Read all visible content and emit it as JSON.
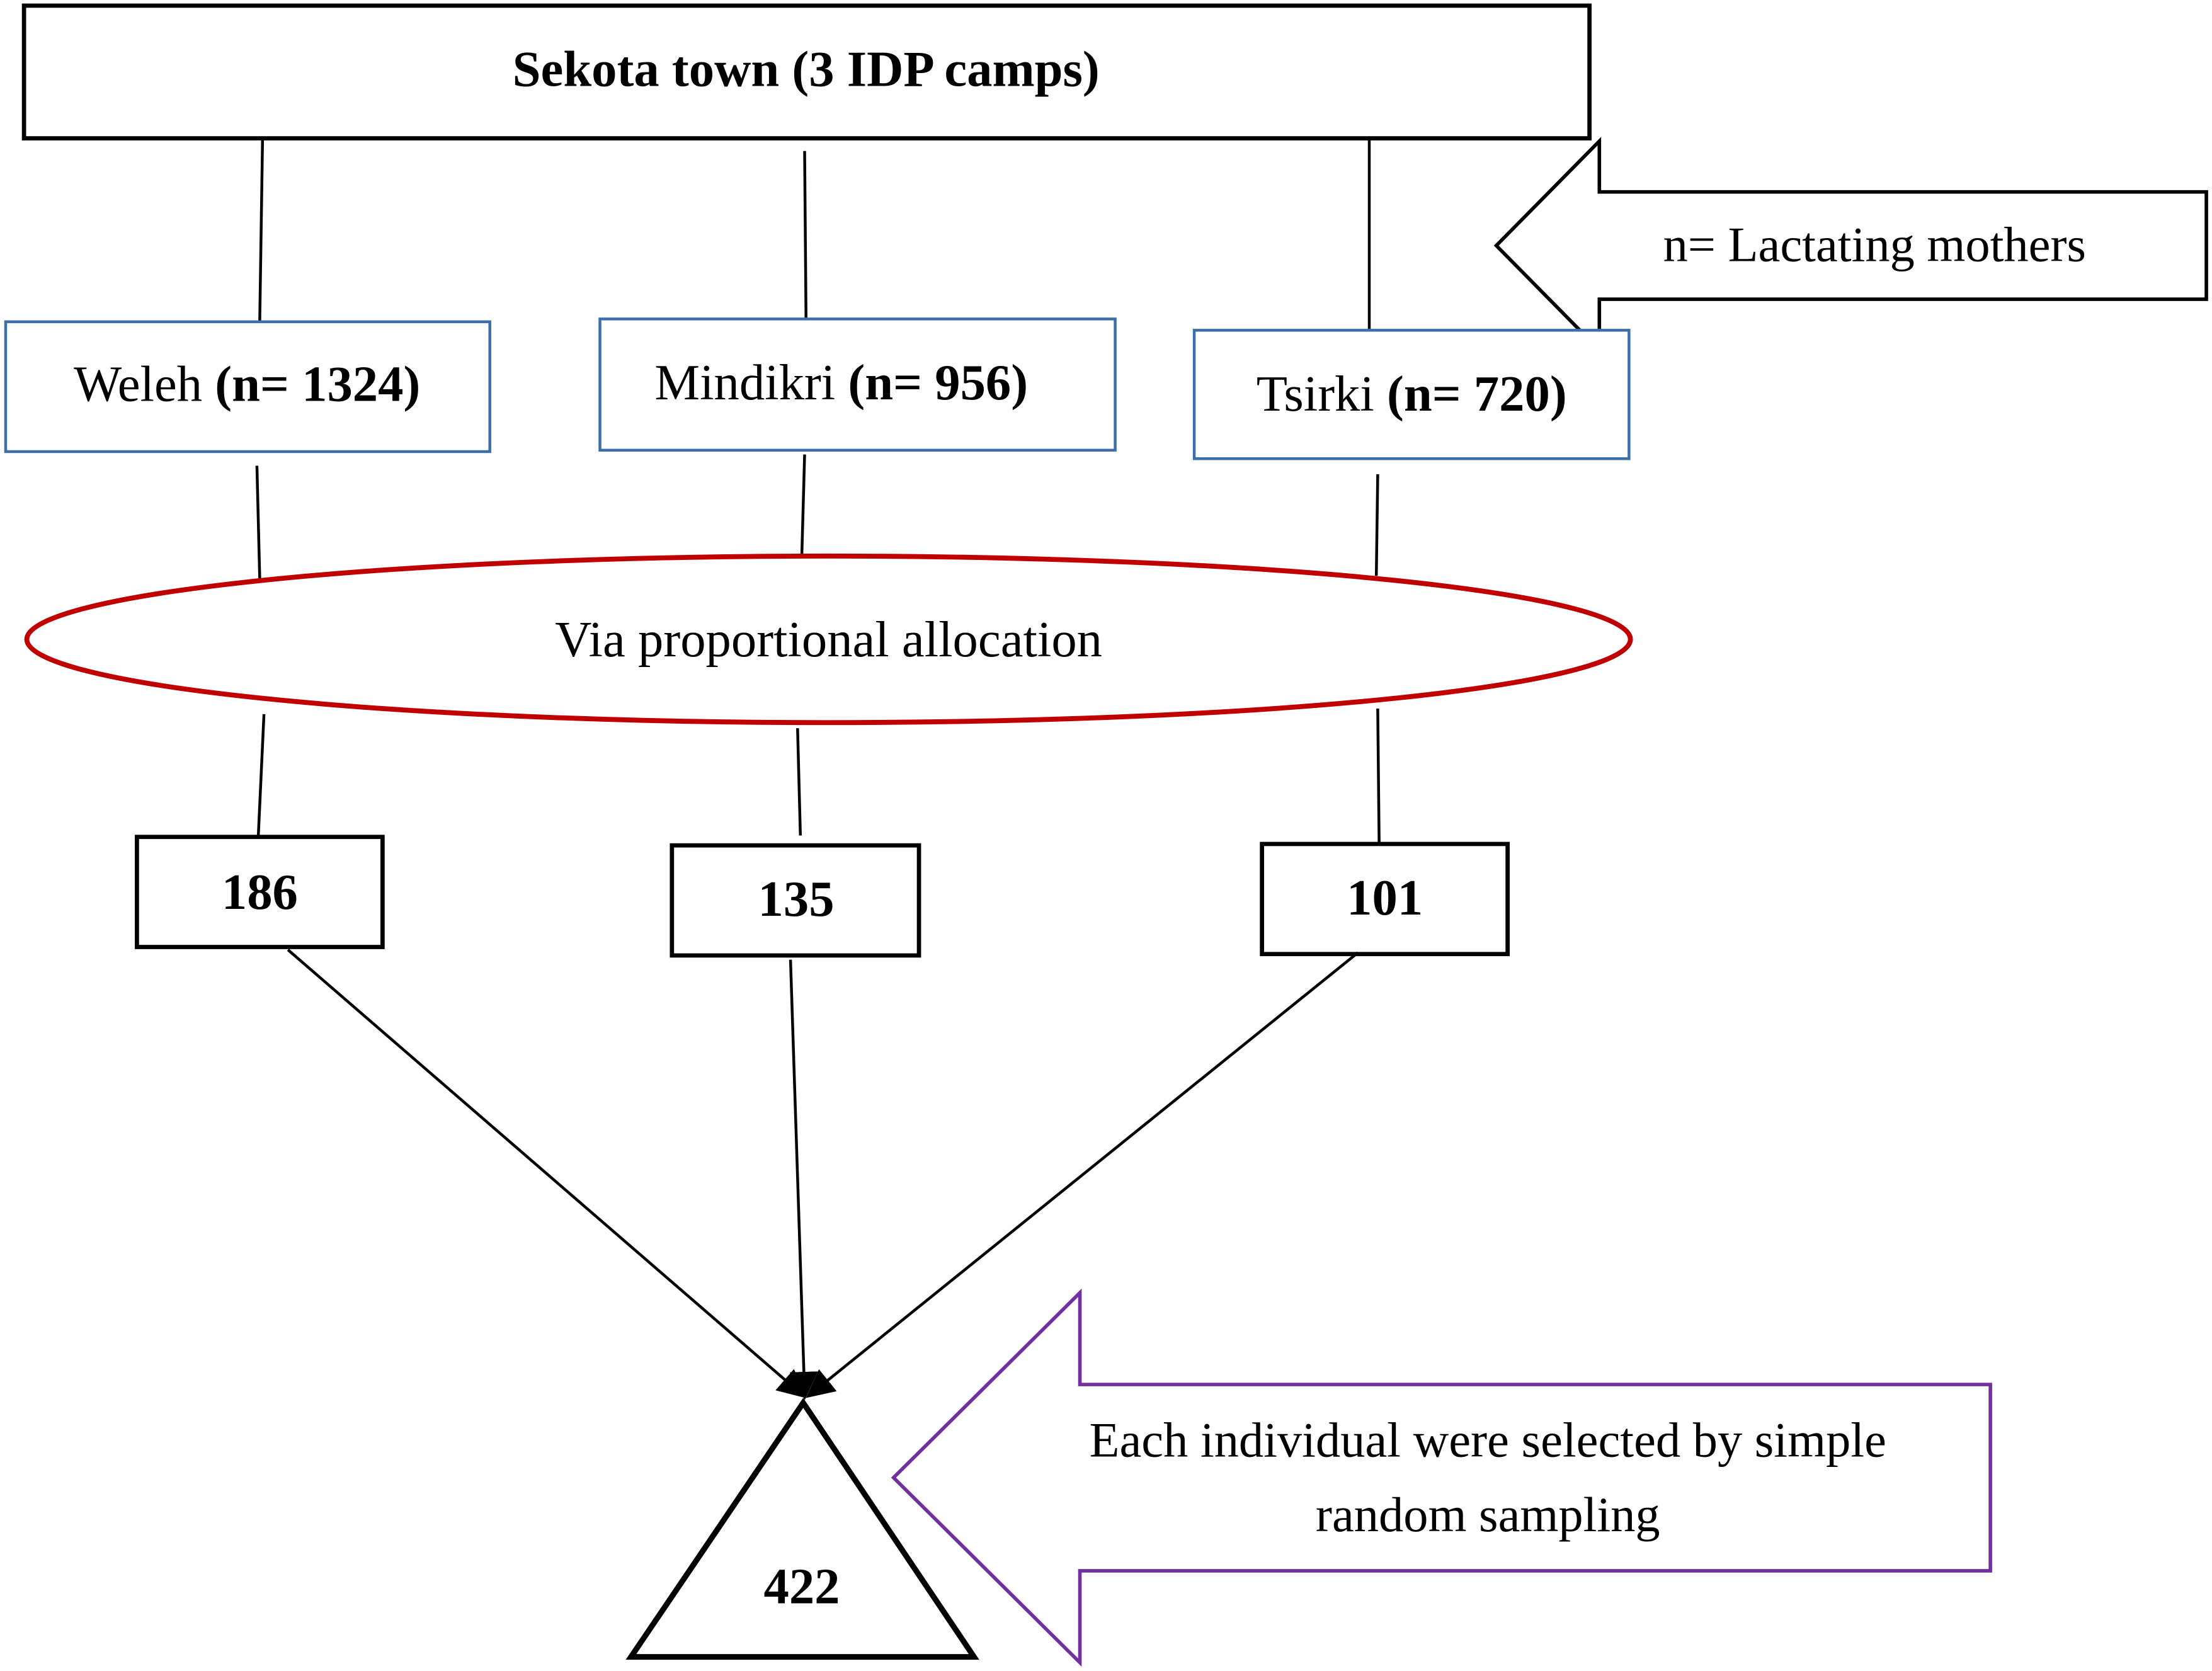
{
  "diagram": {
    "top": {
      "label": "Sekota town (3 IDP camps)"
    },
    "camps": [
      {
        "name": "Weleh",
        "count_label": "(n= 1324)"
      },
      {
        "name": "Mindikri",
        "count_label": "(n= 956)"
      },
      {
        "name": "Tsirki",
        "count_label": "(n= 720)"
      }
    ],
    "legend_note": "n= Lactating mothers",
    "allocation_label": "Via proportional allocation",
    "samples": [
      {
        "value": "186"
      },
      {
        "value": "135"
      },
      {
        "value": "101"
      }
    ],
    "total": "422",
    "sampling_note": {
      "line1": "Each individual were selected by simple",
      "line2": "random sampling"
    },
    "colors": {
      "camp_border": "#3d6eaa",
      "allocation_border": "#c00000",
      "sampling_arrow_border": "#7030a0",
      "line": "#000000"
    }
  }
}
